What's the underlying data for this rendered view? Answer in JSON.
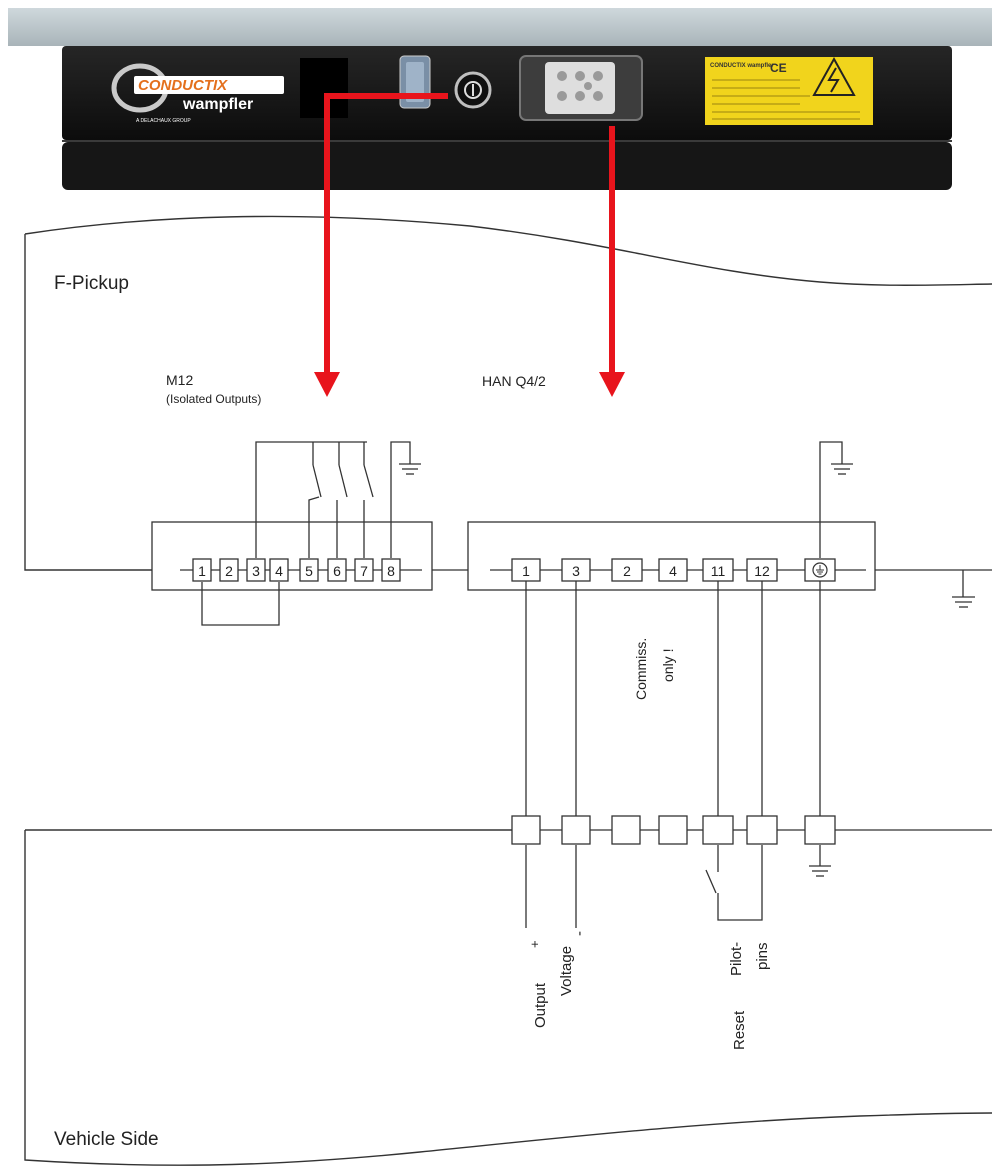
{
  "device": {
    "brand_line1": "CONDUCTIX",
    "brand_line2": "wampfler",
    "brand_tagline": "A DELACHAUX GROUP",
    "ce_mark": "CE",
    "label_title": "CONDUCTIX wampfler"
  },
  "sections": {
    "top_title": "F-Pickup",
    "bottom_title": "Vehicle Side"
  },
  "connectors": {
    "m12": {
      "title": "M12",
      "subtitle": "(Isolated Outputs)",
      "pins": [
        "1",
        "2",
        "3",
        "4",
        "5",
        "6",
        "7",
        "8"
      ]
    },
    "han": {
      "title": "HAN Q4/2",
      "pins": [
        "1",
        "3",
        "2",
        "4",
        "11",
        "12"
      ],
      "commissioning_note_1": "Commiss.",
      "commissioning_note_2": "only !"
    }
  },
  "vehicle_labels": {
    "output": "Output",
    "voltage": "Voltage",
    "plus": "+",
    "minus": "-",
    "pilot": "Pilot-",
    "pins": "pins",
    "reset": "Reset"
  },
  "colors": {
    "arrow": "#e8141c",
    "device_body": "#151515",
    "label_yellow": "#f1d41c",
    "beam": "#b9c4c9",
    "line": "#222222"
  }
}
